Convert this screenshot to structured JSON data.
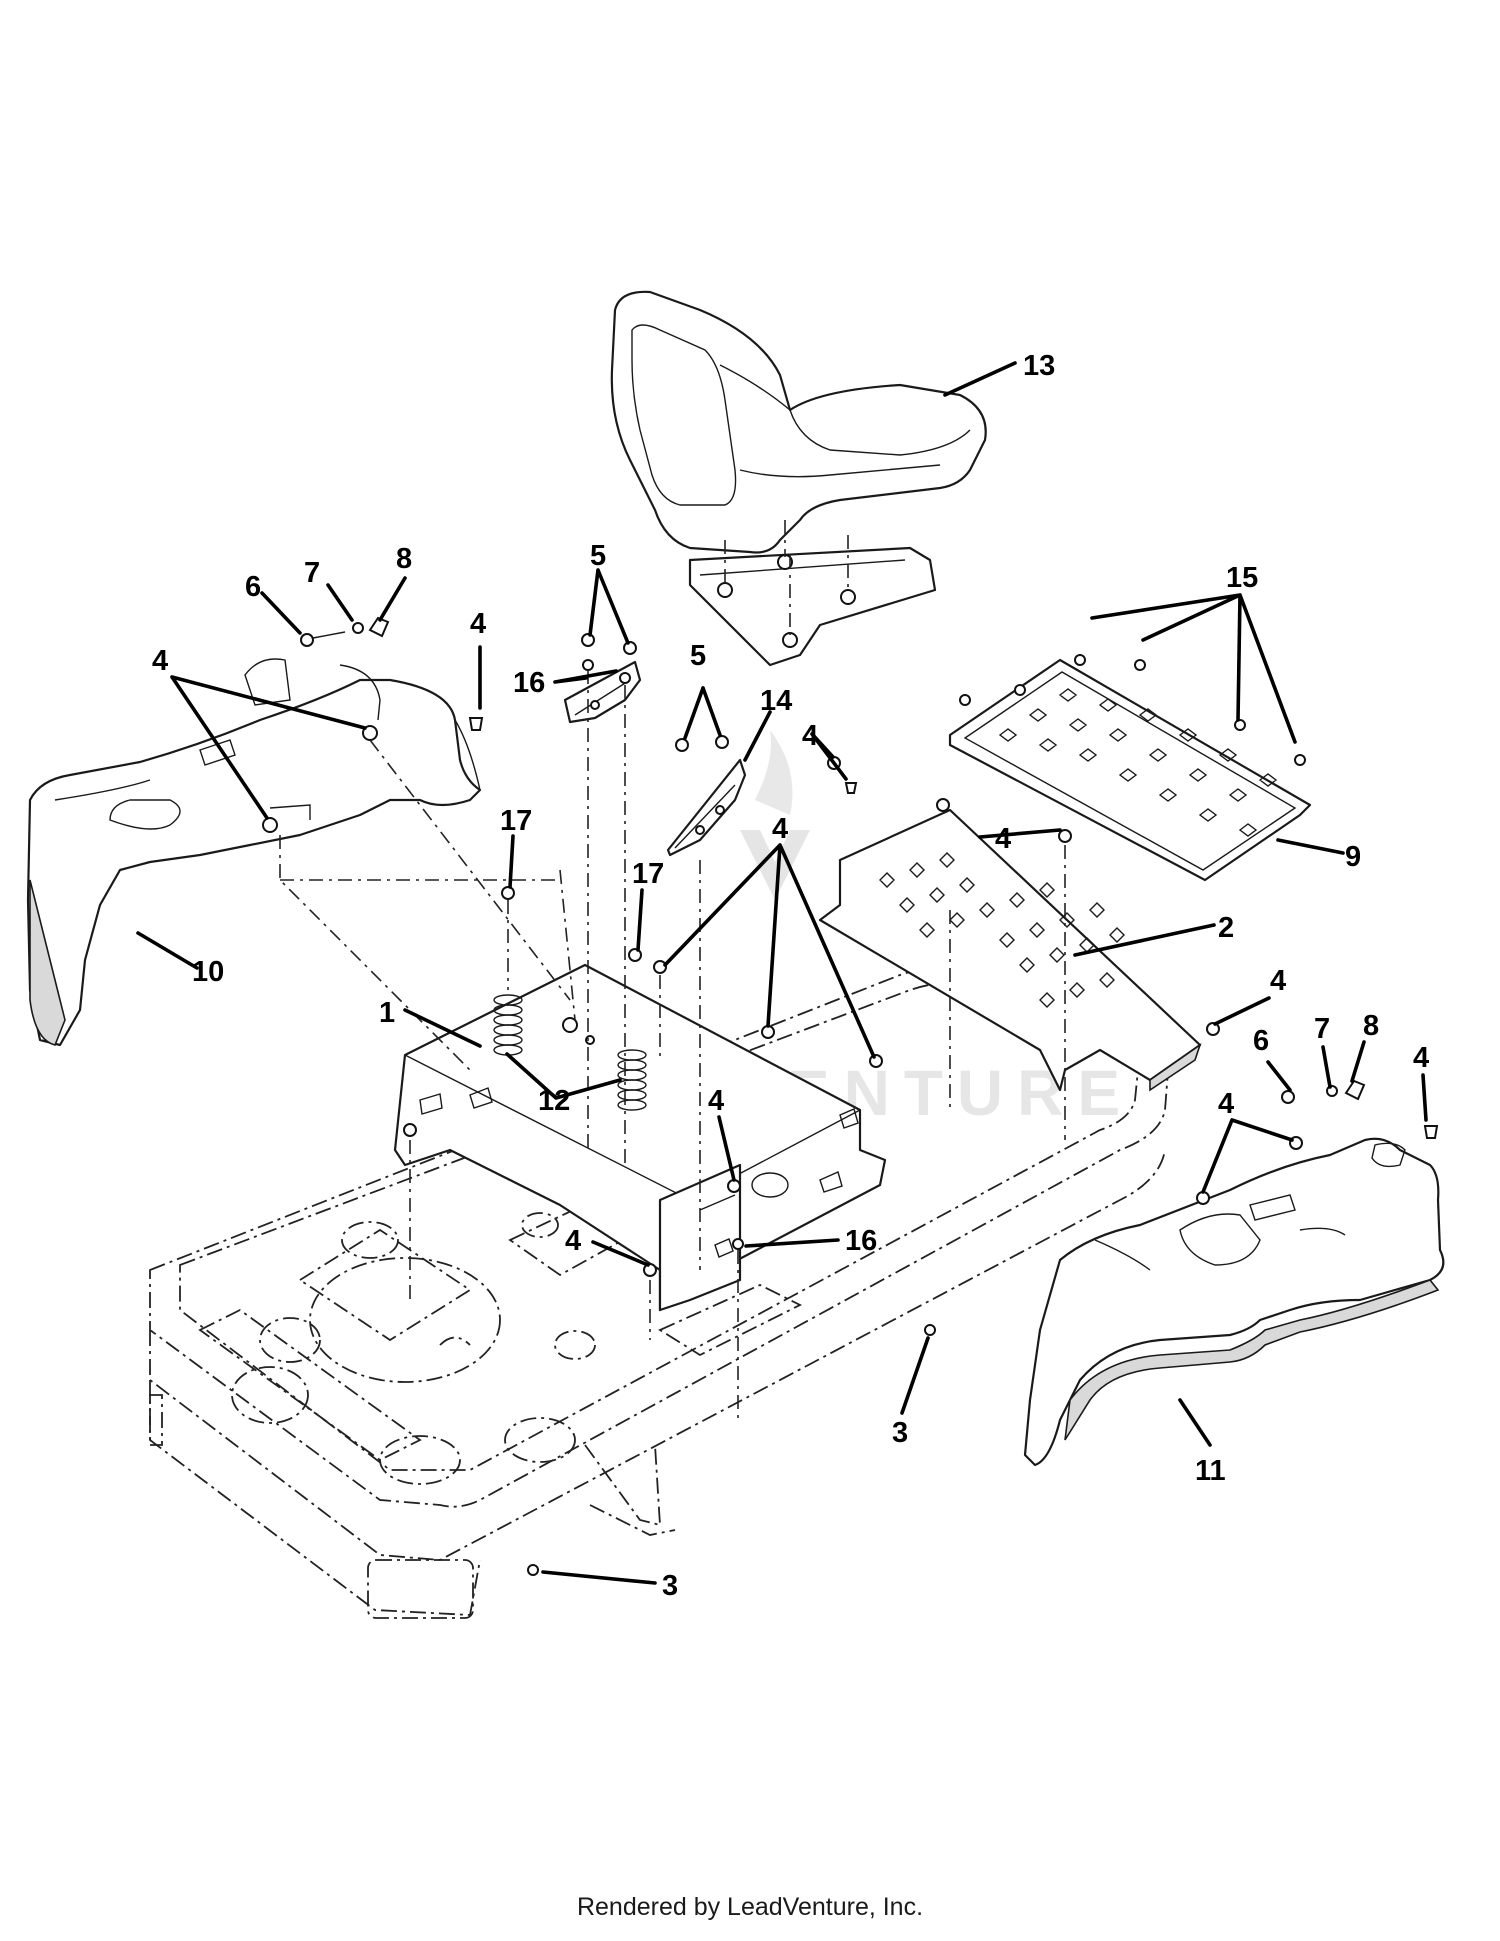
{
  "watermark": "LEADVENTURE",
  "footer": "Rendered by LeadVenture, Inc.",
  "callouts": [
    {
      "id": "c13",
      "label": "13"
    },
    {
      "id": "c15",
      "label": "15"
    },
    {
      "id": "c5a",
      "label": "5"
    },
    {
      "id": "c16a",
      "label": "16"
    },
    {
      "id": "c5b",
      "label": "5"
    },
    {
      "id": "c14",
      "label": "14"
    },
    {
      "id": "c6a",
      "label": "6"
    },
    {
      "id": "c7a",
      "label": "7"
    },
    {
      "id": "c8a",
      "label": "8"
    },
    {
      "id": "c4a",
      "label": "4"
    },
    {
      "id": "c4b",
      "label": "4"
    },
    {
      "id": "c4c",
      "label": "4"
    },
    {
      "id": "c4d",
      "label": "4"
    },
    {
      "id": "c9",
      "label": "9"
    },
    {
      "id": "c10",
      "label": "10"
    },
    {
      "id": "c17a",
      "label": "17"
    },
    {
      "id": "c17b",
      "label": "17"
    },
    {
      "id": "c4e",
      "label": "4"
    },
    {
      "id": "c2",
      "label": "2"
    },
    {
      "id": "c1",
      "label": "1"
    },
    {
      "id": "c12",
      "label": "12"
    },
    {
      "id": "c4f",
      "label": "4"
    },
    {
      "id": "c6b",
      "label": "6"
    },
    {
      "id": "c7b",
      "label": "7"
    },
    {
      "id": "c8b",
      "label": "8"
    },
    {
      "id": "c4g",
      "label": "4"
    },
    {
      "id": "c4h",
      "label": "4"
    },
    {
      "id": "c4i",
      "label": "4"
    },
    {
      "id": "c16b",
      "label": "16"
    },
    {
      "id": "c4j",
      "label": "4"
    },
    {
      "id": "c3a",
      "label": "3"
    },
    {
      "id": "c11",
      "label": "11"
    },
    {
      "id": "c3b",
      "label": "3"
    }
  ]
}
